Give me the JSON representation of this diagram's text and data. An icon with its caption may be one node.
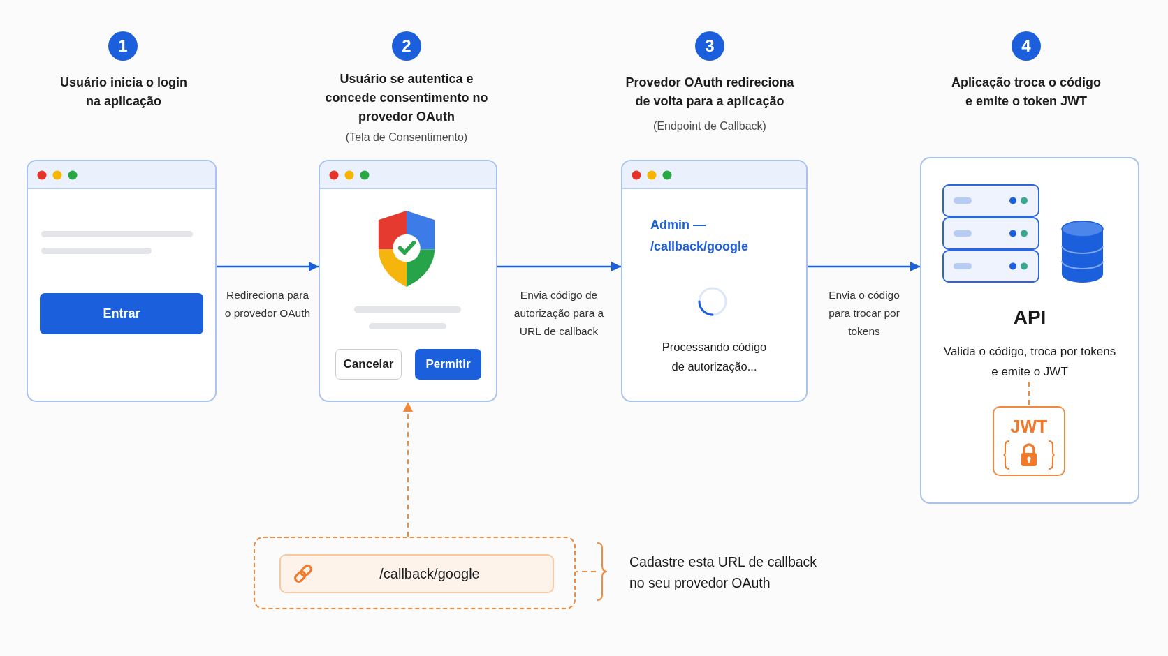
{
  "diagram": {
    "nodes": [
      {
        "text": [],
        "shape": "box"
      },
      {
        "text": [
          "Entrar"
        ],
        "in": 0
      },
      {
        "text": [],
        "shape": "box"
      },
      {
        "text": [
          "Cancelar"
        ],
        "in": 2
      },
      {
        "text": [
          "Permitir"
        ],
        "in": 2
      },
      {
        "text": [
          "Admin — /callback/google",
          "Processando código de autorização..."
        ]
      },
      {
        "text": [
          "API"
        ]
      },
      {
        "text": [
          "Valida o código, troca por tokens e emite o JWT"
        ],
        "in": 6
      },
      {
        "text": [
          "JWT"
        ],
        "in": 6
      },
      {
        "text": [],
        "shape": "box"
      },
      {
        "text": [
          "/callback/google"
        ],
        "in": 9
      },
      {
        "text": [],
        "shape": "brace",
        "beside": [
          "Cadastre esta URL de callback no seu provedor OAuth"
        ]
      }
    ],
    "edges": [
      {
        "from": 0,
        "to": 2,
        "arrow": "to",
        "label": "Redireciona para o provedor OAuth"
      },
      {
        "from": 2,
        "to": 5,
        "arrow": "to",
        "label": "Envia código de autorização para a URL de callback"
      },
      {
        "from": 5,
        "to": 6,
        "arrow": "to",
        "label": "Envia o código para trocar por tokens"
      },
      {
        "from": 9,
        "to": 2,
        "arrow": "to",
        "style": "dashed",
        "color": "#f08a3c"
      },
      {
        "from": 7,
        "to": 8,
        "arrow": "none",
        "style": "dashed",
        "color": "#f08a3c"
      },
      {
        "from": 11,
        "to": 9,
        "arrow": "none",
        "style": "dashed",
        "color": "#f08a3c"
      }
    ],
    "labels": [
      "1",
      "Usuário inicia o login na aplicação",
      "2",
      "Usuário se autentica e concede consentimento no provedor OAuth",
      "(Tela de Consentimento)",
      "3",
      "Provedor OAuth redireciona de volta para a aplicação",
      "(Endpoint de Callback)",
      "4",
      "Aplicação troca o código e emite o token JWT"
    ]
  }
}
